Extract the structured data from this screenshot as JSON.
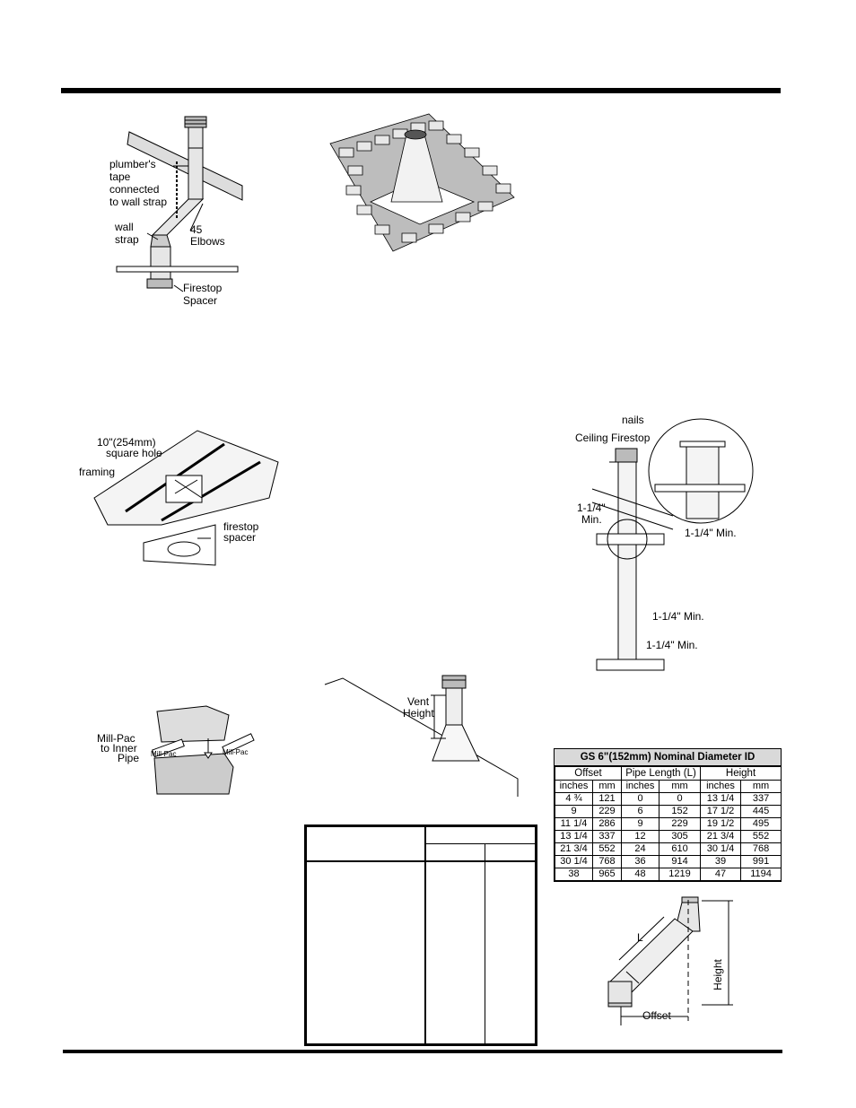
{
  "fig_roof_offset": {
    "labels": [
      "plumber's",
      "tape",
      "connected",
      "to wall strap",
      "wall",
      "strap",
      "45",
      "Elbows",
      "Firestop",
      "Spacer"
    ]
  },
  "fig_framing": {
    "labels": [
      "10\"(254mm)",
      "square hole",
      "framing",
      "firestop",
      "spacer"
    ]
  },
  "fig_millpac": {
    "labels": [
      "Mill-Pac",
      "to Inner",
      "Pipe",
      "Mill-Pac",
      "Mill-Pac"
    ]
  },
  "fig_vent_height": {
    "labels": [
      "Vent",
      "Height"
    ]
  },
  "fig_ceiling": {
    "labels": [
      "nails",
      "Ceiling Firestop",
      "1-1/4\"",
      "Min.",
      "1-1/4\" Min.",
      "1-1/4\" Min.",
      "1-1/4\" Min."
    ]
  },
  "fig_offset": {
    "labels": [
      "L",
      "Height",
      "Offset"
    ]
  },
  "gs_table": {
    "title": "GS 6\"(152mm) Nominal Diameter ID",
    "groups": [
      "Offset",
      "Pipe Length (L)",
      "Height"
    ],
    "units": [
      "inches",
      "mm",
      "inches",
      "mm",
      "inches",
      "mm"
    ],
    "rows": [
      [
        "4 ¾",
        "121",
        "0",
        "0",
        "13 1/4",
        "337"
      ],
      [
        "9",
        "229",
        "6",
        "152",
        "17 1/2",
        "445"
      ],
      [
        "11 1/4",
        "286",
        "9",
        "229",
        "19 1/2",
        "495"
      ],
      [
        "13 1/4",
        "337",
        "12",
        "305",
        "21 3/4",
        "552"
      ],
      [
        "21 3/4",
        "552",
        "24",
        "610",
        "30 1/4",
        "768"
      ],
      [
        "30 1/4",
        "768",
        "36",
        "914",
        "39",
        "991"
      ],
      [
        "38",
        "965",
        "48",
        "1219",
        "47",
        "1194"
      ]
    ]
  }
}
